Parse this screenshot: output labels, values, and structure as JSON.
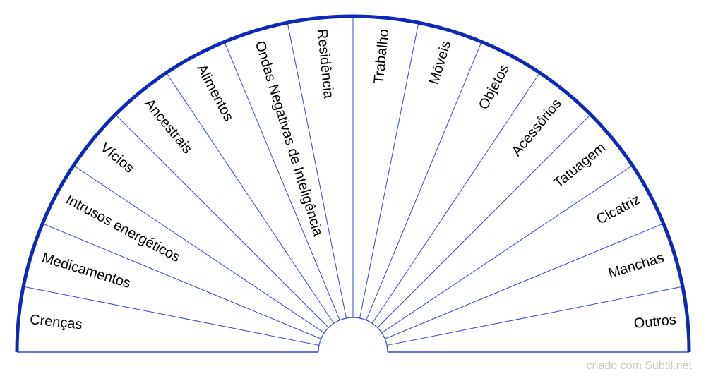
{
  "chart": {
    "sectors": [
      "Crenças",
      "Medicamentos",
      "Intrusos energéticos",
      "Vícios",
      "Ancestrais",
      "Alimentos",
      "Ondas Negativas de Inteligência",
      "Residência",
      "Trabalho",
      "Móveis",
      "Objetos",
      "Acessórios",
      "Tatuagem",
      "Cicatriz",
      "Manchas",
      "Outros"
    ],
    "colors": {
      "outer_arc": "#1028b8",
      "lines": "#3347d0"
    }
  },
  "watermark": "criado com Subtil.net"
}
